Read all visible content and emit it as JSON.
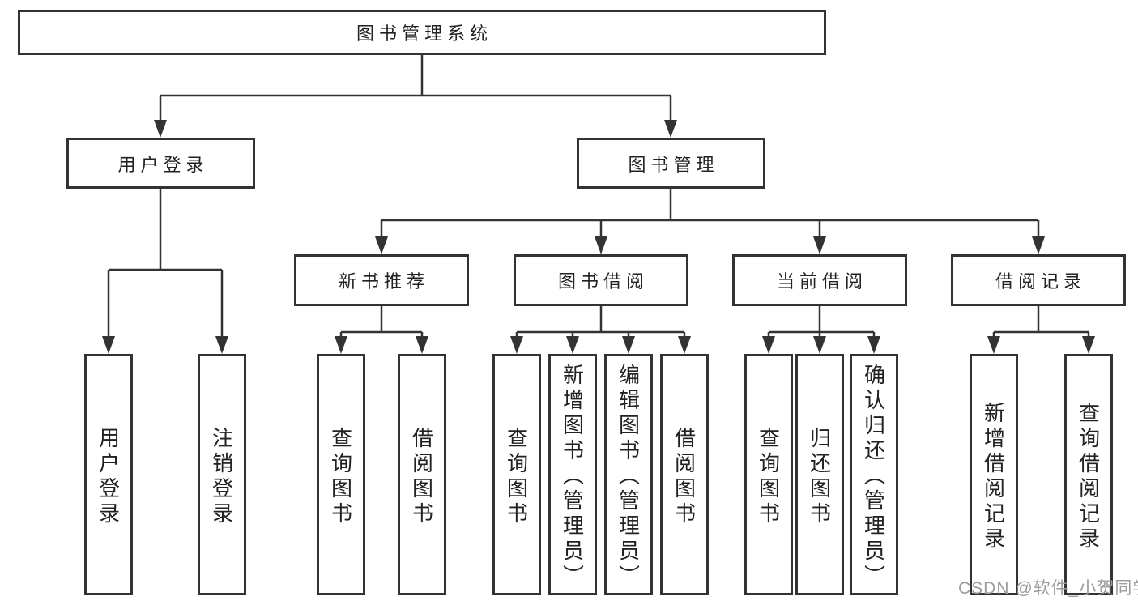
{
  "tree": {
    "root": {
      "label": "图书管理系统",
      "children": [
        {
          "label": "用户登录",
          "children": [
            {
              "label": "用户登录"
            },
            {
              "label": "注销登录"
            }
          ]
        },
        {
          "label": "图书管理",
          "children": [
            {
              "label": "新书推荐",
              "children": [
                {
                  "label": "查询图书"
                },
                {
                  "label": "借阅图书"
                }
              ]
            },
            {
              "label": "图书借阅",
              "children": [
                {
                  "label": "查询图书"
                },
                {
                  "label": "新增图书（管理员）"
                },
                {
                  "label": "编辑图书（管理员）"
                },
                {
                  "label": "借阅图书"
                }
              ]
            },
            {
              "label": "当前借阅",
              "children": [
                {
                  "label": "查询图书"
                },
                {
                  "label": "归还图书"
                },
                {
                  "label": "确认归还（管理员）"
                }
              ]
            },
            {
              "label": "借阅记录",
              "children": [
                {
                  "label": "新增借阅记录"
                },
                {
                  "label": "查询借阅记录"
                }
              ]
            }
          ]
        }
      ]
    }
  },
  "watermark": {
    "text": "CSDN @软件_小贺同学",
    "color": "#9c9c9c"
  },
  "colors": {
    "line": "#333333",
    "text": "#222222",
    "background": "#ffffff"
  }
}
